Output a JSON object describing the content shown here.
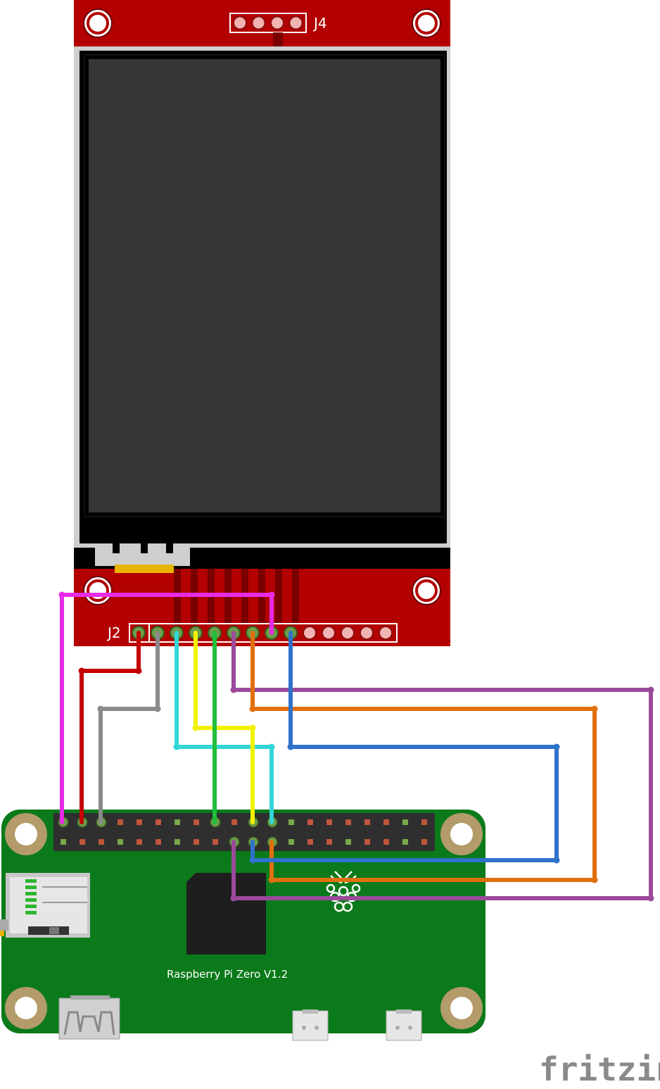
{
  "display": {
    "connector_top_label": "J4",
    "connector_bottom_label": "J2",
    "top_pins": 4,
    "bottom_pins": 14
  },
  "board": {
    "label": "Raspberry Pi Zero V1.2",
    "header_columns": 20,
    "header_rows": 2
  },
  "watermark": {
    "text": "fritzing"
  },
  "colors": {
    "display_pcb": "#b30000",
    "board_pcb": "#0b7a1a",
    "screen": "#363636",
    "bezel": "#000000",
    "wire_magenta": "#e72be7",
    "wire_red": "#c40000",
    "wire_gray": "#8a8a8a",
    "wire_cyan": "#33d6d6",
    "wire_yellow": "#f2f200",
    "wire_green": "#1fbf3a",
    "wire_purple": "#9b4a9b",
    "wire_orange": "#e0700e",
    "wire_blue": "#2f72cc"
  },
  "wires": [
    {
      "color": "wire_magenta",
      "from": "J2 pin 8",
      "to": "Pi header pin 1"
    },
    {
      "color": "wire_red",
      "from": "J2 pin 1",
      "to": "Pi header pin 2 (top row)"
    },
    {
      "color": "wire_gray",
      "from": "J2 pin 2",
      "to": "Pi header top row col 3"
    },
    {
      "color": "wire_cyan",
      "from": "J2 pin 3",
      "to": "Pi header top row col 12"
    },
    {
      "color": "wire_yellow",
      "from": "J2 pin 4",
      "to": "Pi header top row col 11"
    },
    {
      "color": "wire_green",
      "from": "J2 pin 5",
      "to": "Pi header top row col 9"
    },
    {
      "color": "wire_purple",
      "from": "J2 pin 6",
      "to": "Pi header bottom row col 10"
    },
    {
      "color": "wire_orange",
      "from": "J2 pin 7",
      "to": "Pi header bottom row col 12"
    },
    {
      "color": "wire_blue",
      "from": "J2 pin 9",
      "to": "Pi header bottom row col 11"
    }
  ]
}
